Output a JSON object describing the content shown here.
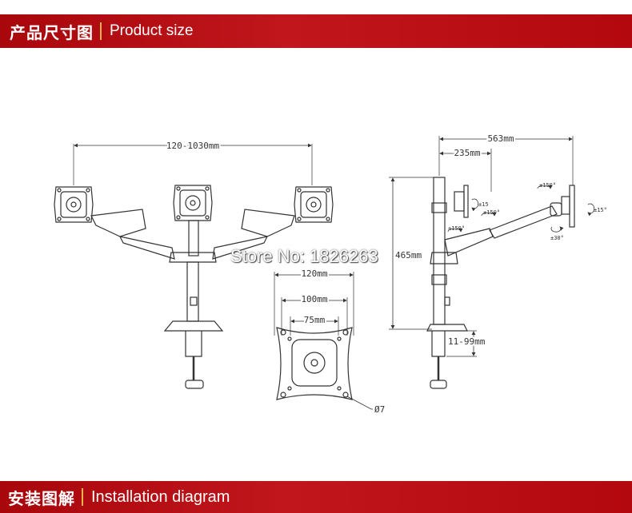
{
  "header": {
    "title_cn": "产品尺寸图",
    "title_en": "Product size"
  },
  "footer": {
    "title_cn": "安装图解",
    "title_en": "Installation diagram"
  },
  "dimensions": {
    "arm_span": "120-1030mm",
    "vesa_120": "120mm",
    "vesa_100": "100mm",
    "vesa_75": "75mm",
    "hole_diameter": "Ø7",
    "total_depth": "563mm",
    "pole_offset": "235mm",
    "pole_height": "465mm",
    "clamp_range": "11-99mm",
    "tilt_1": "±15",
    "tilt_2": "±15°",
    "swivel_1": "±150°",
    "swivel_2": "±150°",
    "swivel_3": "±150°",
    "rotation": "±30°"
  },
  "watermark": "Store No: 1826263"
}
